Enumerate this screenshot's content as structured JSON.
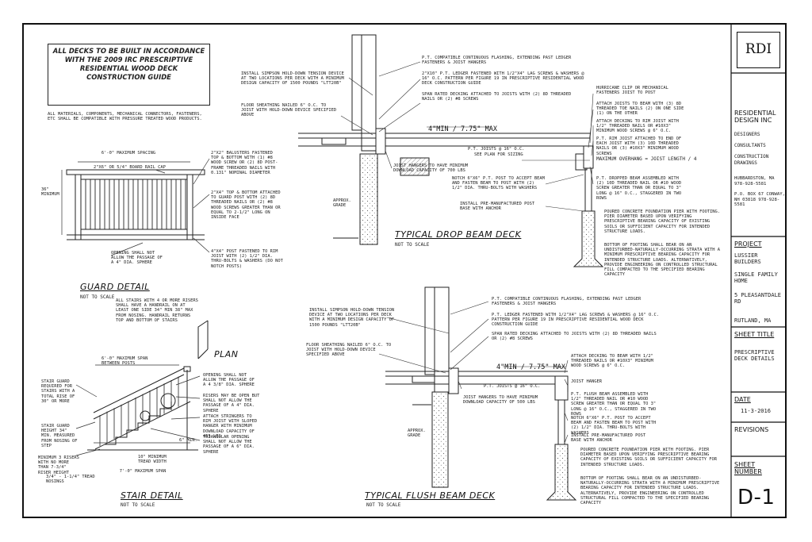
{
  "notice": "ALL DECKS TO BE BUILT IN ACCORDANCE WITH THE 2009 IRC PRESCRIPTIVE RESIDENTIAL WOOD DECK CONSTRUCTION GUIDE",
  "materials_note": "ALL MATERIALS, COMPONENTS, MECHANICAL CONNECTORS, FASTENERS, ETC SHALL BE COMPATIBLE WITH PRESSURE TREATED WOOD PRODUCTS.",
  "guard": {
    "title": "GUARD DETAIL",
    "scale": "NOT TO SCALE",
    "max_spacing": "6'-0\" MAXIMUM SPACING",
    "rail_cap": "2\"X6\" OR 5/4\" BOARD RAIL CAP",
    "height_dim": "36\" MINIMUM",
    "balusters": "2\"X2\" BALUSTERS FASTENED TOP & BOTTOM WITH (1) #8 WOOD SCREW OR (2) 8D POST-FRAME THREADED NAILS WITH 0.131\" NOMINAL DIAMETER",
    "bottom_rail": "2\"X4\" TOP & BOTTOM ATTACHED TO GUARD POST WITH (2) 8D THREADED NAILS OR (2) #8 WOOD SCREWS GREATER THAN OR EQUAL TO 2-1/2\" LONG ON INSIDE FACE",
    "post": "4\"X4\" POST FASTENED TO RIM JOIST WITH (2) 1/2\" DIA. THRU-BOLTS & WASHERS (DO NOT NOTCH POSTS)",
    "opening": "OPENING SHALL NOT ALLOW THE PASSAGE OF A 4\" DIA. SPHERE"
  },
  "stair": {
    "title": "STAIR DETAIL",
    "scale": "NOT TO SCALE",
    "handrail_note": "ALL STAIRS WITH 4 OR MORE RISERS SHALL HAVE A HANDRAIL ON AT LEAST ONE SIDE 34\" MIN 38\" MAX FROM NOSING. HANDRAIL RETURNS TOP AND BOTTOM OF STAIRS",
    "plan_label": "PLAN",
    "max_span_top": "6'-0\" MAXIMUM SPAN BETWEEN POSTS",
    "guard_req": "STAIR GUARD REQUIRED FOR STAIRS WITH A TOTAL RISE OF 30\" OR MORE",
    "guard_height": "STAIR GUARD HEIGHT 34\" MIN. MEASURED FROM NOSING OF STEP",
    "riser": "MINIMUM 3 RISERS WITH NO MORE THAN 7-3/4\" RISER HEIGHT",
    "nosing": "3/4\" - 1-1/4\" TREAD NOSINGS",
    "span_bottom": "7'-0\" MAXIMUM SPAN",
    "opening_sphere": "OPENING SHALL NOT ALLOW THE PASSAGE OF A 4 3/8\" DIA. SPHERE",
    "risers_open": "RISERS MAY BE OPEN BUT SHALL NOT ALLOW THE PASSAGE OF A 4\" DIA. SPHERE",
    "stringers": "ATTACH STRINGERS TO RIM JOIST WITH SLOPED HANGER WITH MINIMUM DOWNLOAD CAPACITY OF 455 LBS",
    "triangular": "TRIANGULAR OPENING SHALL NOT ALLOW THE PASSAGE OF A 6\" DIA. SPHERE",
    "tread_min": "10\" MINIMUM TREAD WIDTH",
    "nosing_min": "6\" MIN."
  },
  "drop": {
    "title": "TYPICAL DROP BEAM DECK",
    "scale": "NOT TO SCALE",
    "holddown": "INSTALL SIMPSON HOLD-DOWN TENSION DEVICE AT TWO LOCATIONS PER DECK WITH A MINIMUM DESIGN CAPACITY OF 1500 POUNDS \"LTT20B\"",
    "sheathing": "FLOOR SHEATHING NAILED 6\" O.C. TO JOIST WITH HOLD-DOWN DEVICE SPECIFIED ABOVE",
    "flashing": "P.T. COMPATIBLE CONTINUOUS FLASHING, EXTENDING PAST LEDGER FASTENERS & JOIST HANGERS",
    "ledger": "2\"X10\" P.T. LEDGER FASTENED WITH 1/2\"X4\" LAG SCREWS & WASHERS @ 16\" O.C. PATTERN PER FIGURE 19 IN PRESCRIPTIVE RESIDENTIAL WOOD DECK CONSTRUCTION GUIDE",
    "rim": "SPAN RATED DECKING ATTACHED TO JOISTS WITH (2) 8D THREADED NAILS OR (2) #8 SCREWS",
    "hurricane": "HURRICANE CLIP OR MECHANICAL FASTENERS JOIST TO POST",
    "attach_beam": "ATTACH JOISTS TO BEAM WITH (3) 8D THREADED TOE NAILS (2) ON ONE SIDE (1) ON THE OTHER",
    "attach_rim": "ATTACH DECKING TO RIM JOIST WITH 1/2\" THREADED NAILS OR #10X3\" MINIMUM WOOD SCREWS @ 6\" O.C.",
    "rim_joist": "P.T. RIM JOIST ATTACHED TO END OF EACH JOIST WITH (3) 10D THREADED NAILS OR (3) #10X3\" MINIMUM WOOD SCREWS",
    "overhang": "MAXIMUM OVERHANG = JOIST LENGTH / 4",
    "dim": "4\"MIN  /  7.75\" MAX",
    "joists": "P.T. JOISTS @ 16\" O.C.",
    "see_plan": "SEE PLAN FOR SIZING",
    "hangers": "JOIST HANGERS TO HAVE MINIMUM DOWNLOAD CAPACITY OF 700 LBS",
    "notch": "NOTCH 6\"X6\" P.T. POST TO ACCEPT BEAM AND FASTEN BEAM TO POST WITH (2) 1/2\" DIA. THRU-BOLTS WITH WASHERS",
    "beam": "P.T. DROPPED BEAM ASSEMBLED WITH (2) 10D THREADED NAIL OR #10 WOOD SCREW GREATER THAN OR EQUAL TO 3\" LONG @ 16\" O.C., STAGGERED IN TWO ROWS",
    "grade": "APPROX. GRADE",
    "prefab": "INSTALL PRE-MANUFACTURED POST BASE WITH ANCHOR",
    "footing": "POURED CONCRETE FOUNDATION PIER WITH FOOTING. PIER DIAMETER BASED UPON VERIFYING PRESCRIPTIVE BEARING CAPACITY OF EXISTING SOILS OR SUFFICIENT CAPACITY FOR INTENDED STRUCTURE LOADS.",
    "footing2": "BOTTOM OF FOOTING SHALL BEAR ON AN UNDISTURBED-NATURALLY-OCCURRING STRATA WITH A MINIMUM PRESCRIPTIVE BEARING CAPACITY FOR INTENDED STRUCTURE LOADS. ALTERNATIVELY, PROVIDE ENGINEERING ON CONTROLLED STRUCTURAL FILL COMPACTED TO THE SPECIFIED BEARING CAPACITY"
  },
  "flush": {
    "title": "TYPICAL FLUSH BEAM DECK",
    "scale": "NOT TO SCALE",
    "holddown": "INSTALL SIMPSON HOLD-DOWN TENSION DEVICE AT TWO LOCATIONS PER DECK WITH A MINIMUM DESIGN CAPACITY OF 1500 POUNDS \"LTT20B\"",
    "sheathing": "FLOOR SHEATHING NAILED 6\" O.C. TO JOIST WITH HOLD-DOWN DEVICE SPECIFIED ABOVE",
    "flashing": "P.T. COMPATIBLE CONTINUOUS FLASHING, EXTENDING PAST LEDGER FASTENERS & JOIST HANGERS",
    "ledger": "P.T. LEDGER FASTENED WITH 1/2\"X4\" LAG SCREWS & WASHERS @ 16\" O.C. PATTERN PER FIGURE 19 IN PRESCRIPTIVE RESIDENTIAL WOOD DECK CONSTRUCTION GUIDE",
    "decking": "SPAN RATED DECKING ATTACHED TO JOISTS WITH (2) 8D THREADED NAILS OR (2) #8 SCREWS",
    "attach": "ATTACH DECKING TO BEAM WITH 1/2\" THREADED NAILS OR #10X3\" MINIMUM WOOD SCREWS @ 6\" O.C.",
    "dim": "4\"MIN  /  7.75\" MAX",
    "joists": "P.T. JOISTS @ 16\" O.C.",
    "joist_hanger": "JOIST HANGER",
    "hangers": "JOIST HANGERS TO HAVE MINIMUM DOWNLOAD CAPACITY OF 500 LBS",
    "beam": "P.T. FLUSH BEAM ASSEMBLED WITH 1/2\" THREADED NAIL OR #10 WOOD SCREW GREATER THAN OR EQUAL TO 3\" LONG @ 16\" O.C., STAGGERED IN TWO ROWS",
    "notch": "NOTCH 6\"X6\" P.T. POST TO ACCEPT BEAM AND FASTEN BEAM TO POST WITH (2) 1/2\" DIA. THRU-BOLTS WITH WASHERS",
    "grade": "APPROX. GRADE",
    "prefab": "INSTALL PRE-MANUFACTURED POST BASE WITH ANCHOR",
    "footing": "POURED CONCRETE FOUNDATION PIER WITH FOOTING. PIER DIAMETER BASED UPON VERIFYING PRESCRIPTIVE BEARING CAPACITY OF EXISTING SOILS OR SUFFICIENT CAPACITY FOR INTENDED STRUCTURE LOADS.",
    "footing2": "BOTTOM OF FOOTING SHALL BEAR ON AN UNDISTURBED-NATURALLY-OCCURRING STRATA WITH A MINIMUM PRESCRIPTIVE BEARING CAPACITY FOR INTENDED STRUCTURE LOADS. ALTERNATIVELY, PROVIDE ENGINEERING ON CONTROLLED STRUCTURAL FILL COMPACTED TO THE SPECIFIED BEARING CAPACITY"
  },
  "titleblock": {
    "logo": "RDI",
    "company": "RESIDENTIAL DESIGN INC",
    "c1": "DESIGNERS",
    "c2": "CONSULTANTS",
    "c3": "CONSTRUCTION DRAWINGS",
    "a1": "HUBBARDSTON, MA 978-928-5581",
    "a2": "P.O. BOX 67 CONWAY, NH 03818 978-928-5581",
    "project_h": "PROJECT",
    "p1": "LUSSIER BUILDERS",
    "p2": "SINGLE FAMILY HOME",
    "p3": "5 PLEASANTDALE RD",
    "p4": "RUTLAND, MA",
    "sheet_title_h": "SHEET TITLE",
    "sheet_title": "PRESCRIPTIVE DECK DETAILS",
    "date_h": "DATE",
    "date": "11-3-2016",
    "rev_h": "REVISIONS",
    "sheet_num_h": "SHEET NUMBER",
    "sheet_num": "D-1"
  }
}
